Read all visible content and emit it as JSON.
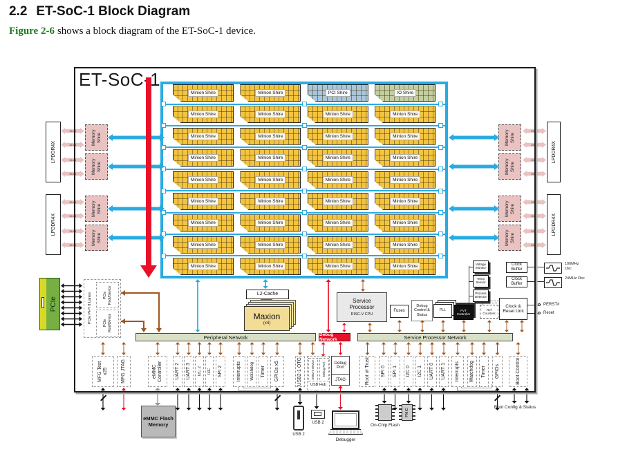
{
  "page": {
    "section": "2.2",
    "title": "ET-SoC-1 Block Diagram",
    "figure_label": "Figure 2-6",
    "figure_caption": "shows a block diagram of the ET-SoC-1 device."
  },
  "chip": {
    "name": "ET-SoC-1"
  },
  "mesh": {
    "labels": {
      "m": "Minion Shire",
      "p": "PCI Shire",
      "i": "IO Shire"
    },
    "rows": [
      [
        "m",
        "m",
        "p",
        "i"
      ],
      [
        "m",
        "m",
        "m",
        "m"
      ],
      [
        "m",
        "m",
        "m",
        "m"
      ],
      [
        "m",
        "m",
        "m",
        "m"
      ],
      [
        "m",
        "m",
        "m",
        "m"
      ],
      [
        "m",
        "m",
        "m",
        "m"
      ],
      [
        "m",
        "m",
        "m",
        "m"
      ],
      [
        "m",
        "m",
        "m",
        "m"
      ],
      [
        "m",
        "m",
        "m",
        "m"
      ]
    ]
  },
  "memory": {
    "shire": "Memory Shire",
    "dram": "LPDDR4X",
    "channel": "16-bit"
  },
  "pcie": {
    "device": "PCIe",
    "phy": "PCIe PHY 8 Lanes",
    "port": "PCIe Root/Device"
  },
  "compute": {
    "l2": "L2-Cache",
    "core": "Maxion",
    "core_count": "(x4)"
  },
  "service": {
    "name": "Service Processor",
    "cpu": "RISC-V CPU"
  },
  "support": {
    "fuses": "Fuses",
    "debug_cs": "Debug Control & Status",
    "pll": "PLL",
    "pvt": "PVT Controller",
    "ref_counters": "Ref Counters",
    "clock_reset": "Clock & Reset Unit",
    "voltage_monitor": "Voltage Monitor",
    "temp_sensor": "Temp Sensor",
    "process_detector": "Process Detector",
    "clock_buffer": "Clock Buffer",
    "osc_100": "100MHz Osc",
    "osc_24": "24MHz Osc",
    "perst": "PERST#",
    "reset": "Reset"
  },
  "networks": {
    "peripheral": "Peripheral Network",
    "debug": "Debug Network",
    "service": "Service Processor Network"
  },
  "peripherals": {
    "left": [
      "MFG Test x25",
      "MFG JTAG",
      "eMMC Controller",
      "UART 2",
      "UART 3",
      "I2C 2",
      "I3C",
      "SPI 2",
      "Interrupts",
      "Watchdog",
      "Timer",
      "GPIOs x5",
      "USB2-1 OTG"
    ],
    "usb_hub": {
      "hub": "USB Hub",
      "device": "USB2-0 Device",
      "debug": "Debug Port"
    },
    "debug_port": {
      "title": "Debug Port",
      "jtag": "JTAG"
    },
    "right": [
      "Root of Trust",
      "SPI 0",
      "SPI 1",
      "I2C 0",
      "I2C 1",
      "UART 0",
      "UART 1",
      "Interrupts",
      "Watchdog",
      "Timer",
      "GPIOs",
      "Boot Control"
    ]
  },
  "external": {
    "emmc_flash": "eMMC Flash Memory",
    "usb_a": "USB 2",
    "usb_b": "USB 2",
    "debugger": "Debugger",
    "onchip_flash": "On-Chip Flash",
    "pmic": "PMIC",
    "boot_config": "Boot Config & Status"
  },
  "colors": {
    "mesh_blue": "#29ABE2",
    "minion_yellow": "#F3C440",
    "pci_blue": "#A9C6DA",
    "io_green": "#C3CFA0",
    "memory_pink": "#E9C2C2",
    "arrow_red": "#E8112A",
    "net_green": "#D9E0C6",
    "wire_brown": "#A0541E",
    "pcie_green": "#76B043",
    "pcie_stripe": "#D8D926"
  }
}
